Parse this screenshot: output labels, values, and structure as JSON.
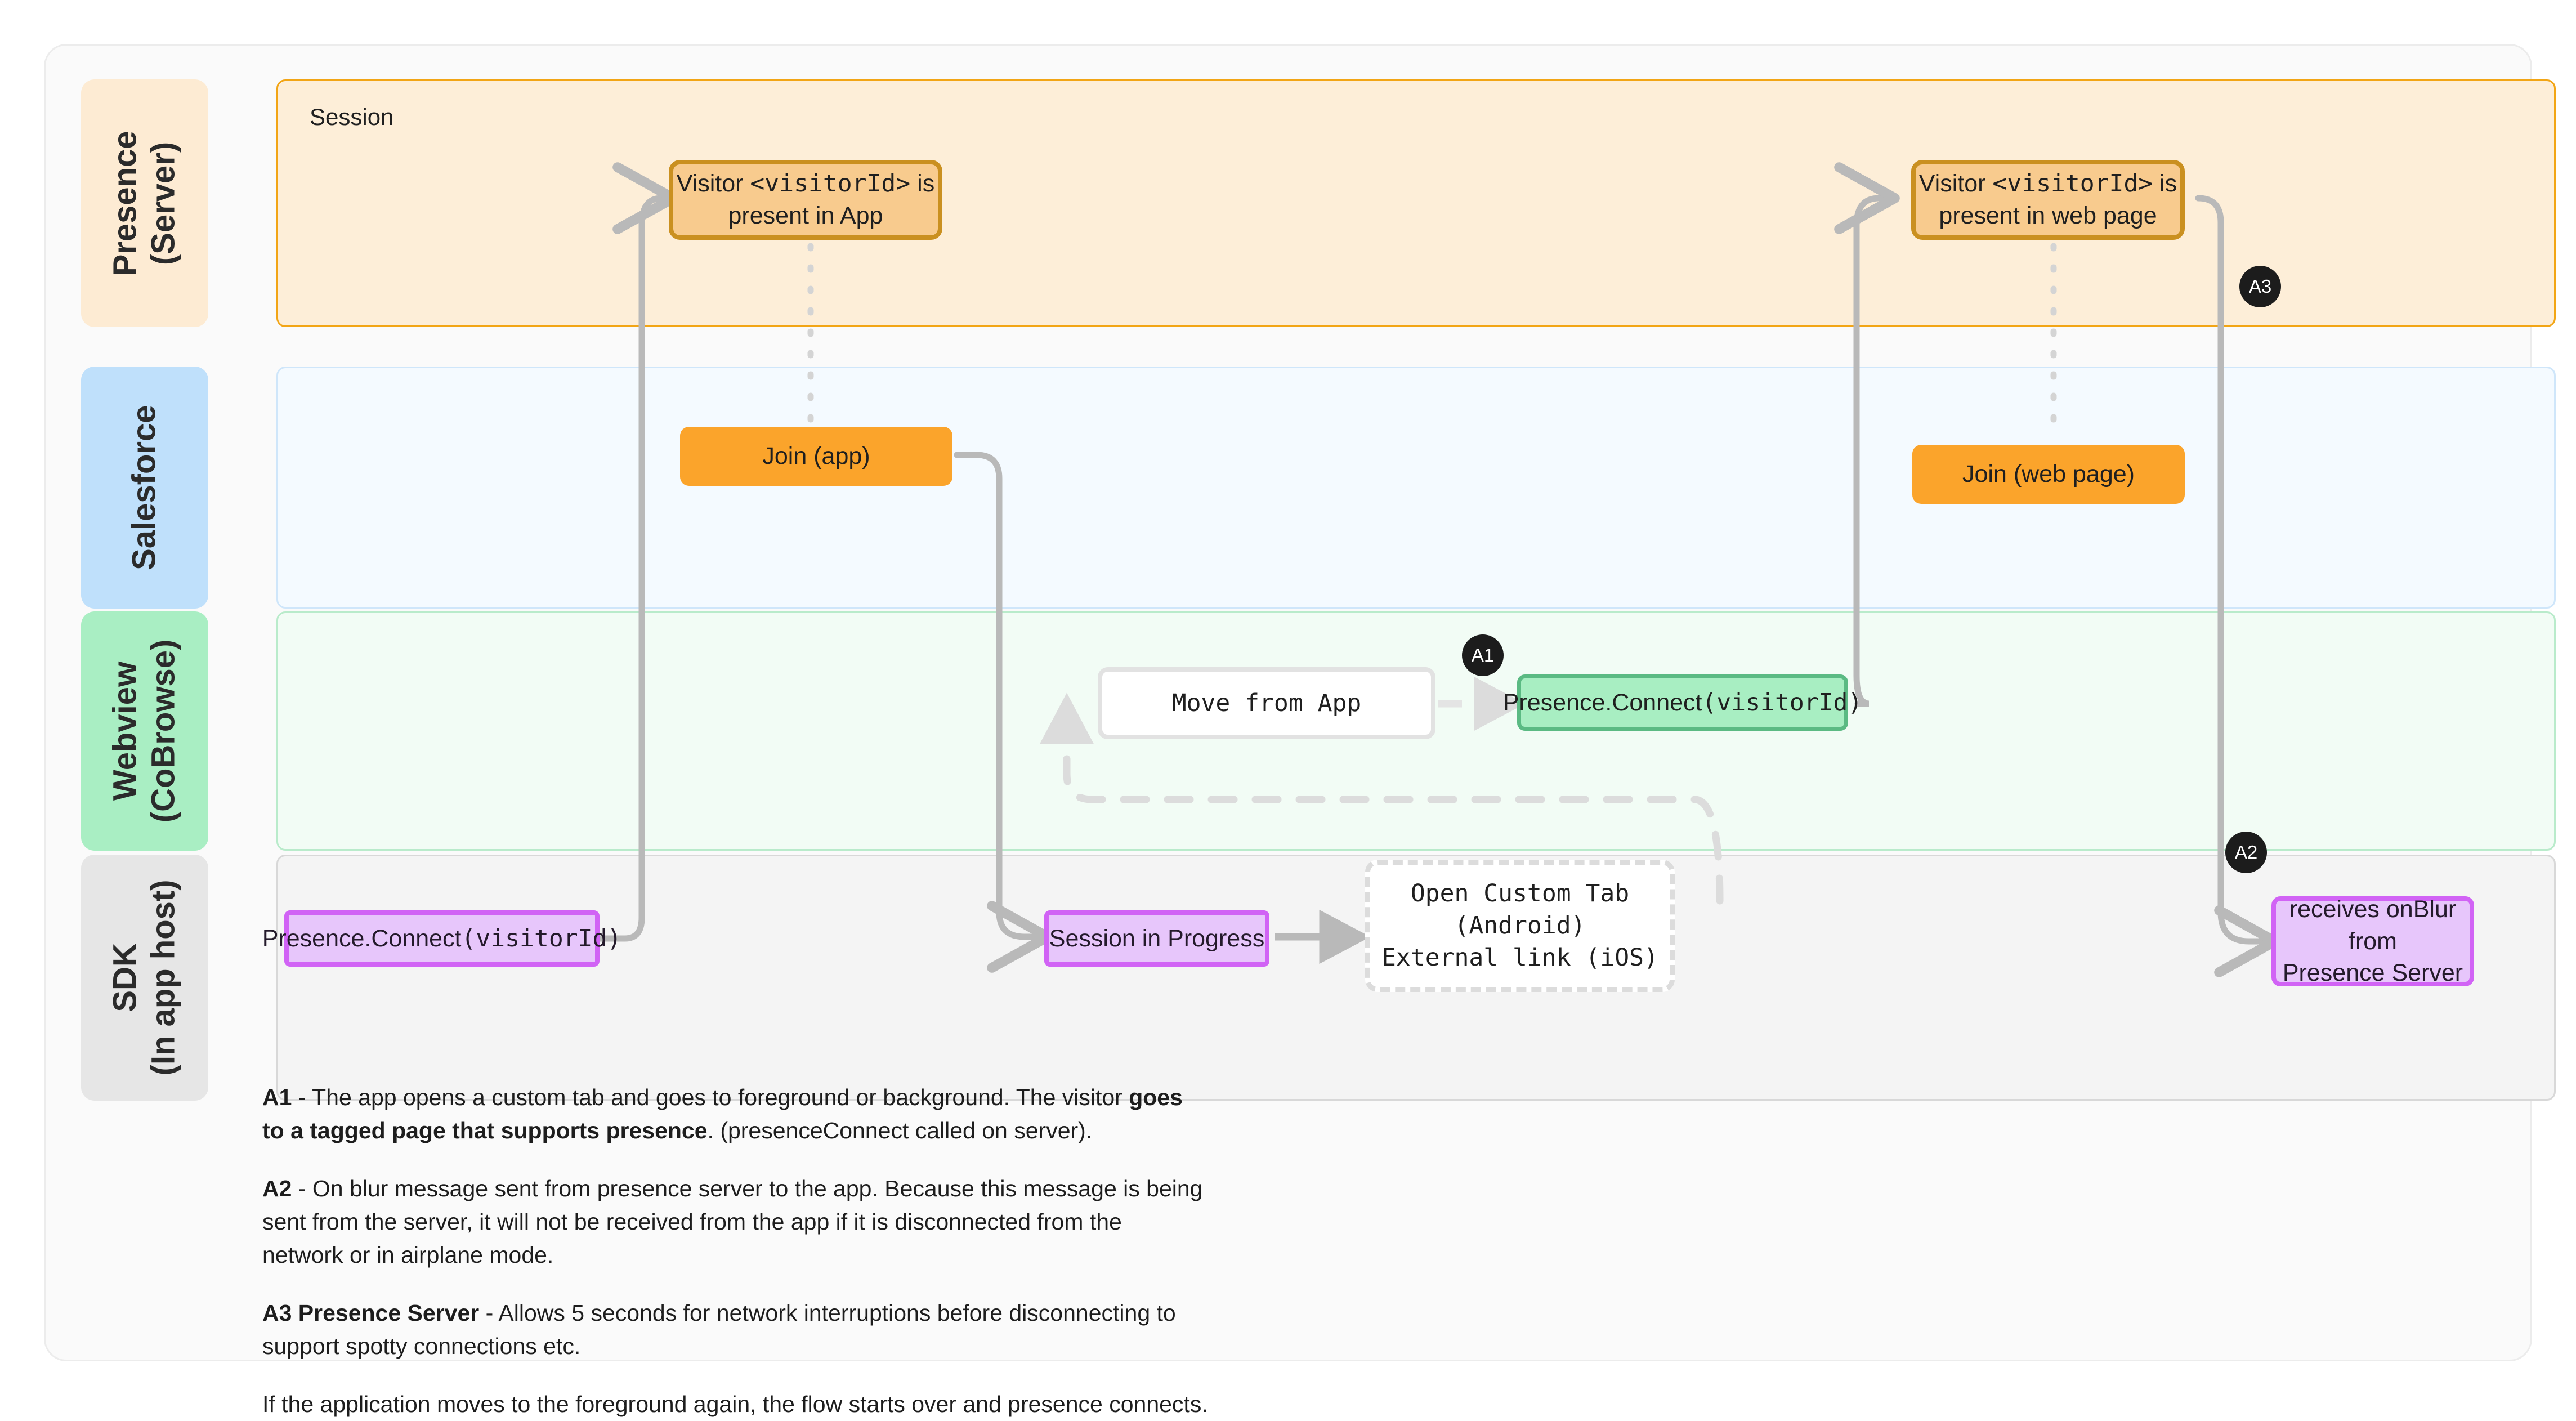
{
  "diagram": {
    "title": "Presence flow swimlane diagram",
    "lanes": [
      {
        "id": "presence-server",
        "label": "Presence\n(Server)",
        "label_line1": "Presence",
        "label_line2": "(Server)",
        "chip_color": "#fdebd3",
        "body_color": "#fdeed8",
        "body_border": "#f2a515",
        "title": "Session"
      },
      {
        "id": "salesforce",
        "label": "Salesforce",
        "label_line1": "Salesforce",
        "label_line2": "",
        "chip_color": "#bfe0fb",
        "body_color": "#f4faff",
        "body_border": "#cfe6fa",
        "title": ""
      },
      {
        "id": "webview-cobrowse",
        "label": "Webview\n(CoBrowse)",
        "label_line1": "Webview",
        "label_line2": "(CoBrowse)",
        "chip_color": "#a9eec3",
        "body_color": "#f2fcf5",
        "body_border": "#b9ebcb",
        "title": ""
      },
      {
        "id": "sdk-in-app-host",
        "label": "SDK\n(In app host)",
        "label_line1": "SDK",
        "label_line2": "(In app host)",
        "chip_color": "#e6e6e6",
        "body_color": "#f4f4f4",
        "body_border": "#d8d8d8",
        "title": ""
      }
    ],
    "nodes": {
      "visitor_present_app": {
        "line1_a": "Visitor ",
        "line1_mono": "<visitorId>",
        "line1_b": " is",
        "line2": "present in App"
      },
      "visitor_present_web": {
        "line1_a": "Visitor ",
        "line1_mono": "<visitorId>",
        "line1_b": " is",
        "line2": "present in web page"
      },
      "join_app": {
        "label": "Join (app)"
      },
      "join_web": {
        "label": "Join (web page)"
      },
      "move_from_app": {
        "label": "Move from App"
      },
      "presence_connect_webview": {
        "sans": "Presence.Connect",
        "mono": "(visitorId)"
      },
      "presence_connect_sdk": {
        "sans": "Presence.Connect",
        "mono": "(visitorId)"
      },
      "session_in_progress": {
        "label": "Session in Progress"
      },
      "open_custom_tab": {
        "line1": "Open Custom Tab (Android)",
        "line2": "External link (iOS)"
      },
      "receives_onblur": {
        "line1": "receives onBlur from",
        "line2": "Presence Server"
      }
    },
    "badges": [
      {
        "id": "a1",
        "label": "A1"
      },
      {
        "id": "a2",
        "label": "A2"
      },
      {
        "id": "a3",
        "label": "A3"
      }
    ],
    "notes": [
      {
        "id": "note-a1",
        "segments": [
          {
            "text": "A1",
            "bold": true
          },
          {
            "text": " -  The app opens a custom tab and goes to foreground or background. The visitor ",
            "bold": false
          },
          {
            "text": "goes to a tagged page that supports presence",
            "bold": true
          },
          {
            "text": ". (presenceConnect called on server).",
            "bold": false
          }
        ]
      },
      {
        "id": "note-a2",
        "segments": [
          {
            "text": "A2",
            "bold": true
          },
          {
            "text": " - On blur message sent from presence server to the app. Because this message is being sent from the server, it will not be received from the app if it is disconnected from the network or in airplane mode.",
            "bold": false
          }
        ]
      },
      {
        "id": "note-a3",
        "segments": [
          {
            "text": "A3 Presence Server",
            "bold": true
          },
          {
            "text": " - Allows 5 seconds for network  interruptions before disconnecting to support spotty connections etc.",
            "bold": false
          }
        ]
      },
      {
        "id": "note-final",
        "segments": [
          {
            "text": "If the application moves to the foreground again, the flow starts over and presence connects.",
            "bold": false
          }
        ]
      }
    ],
    "colors": {
      "page_background": "#ffffff",
      "canvas_background": "#fafafa",
      "amber_fill": "#f8cb8e",
      "amber_stroke": "#ca9020",
      "orange_fill": "#fba42b",
      "green_fill": "#a8eec2",
      "green_stroke": "#5bba83",
      "purple_fill": "#e7c6fb",
      "purple_stroke": "#d163f5",
      "connector": "#b9b9b9",
      "dashed_connector": "#dcdcdc",
      "badge_background": "#1c1c1c"
    }
  }
}
